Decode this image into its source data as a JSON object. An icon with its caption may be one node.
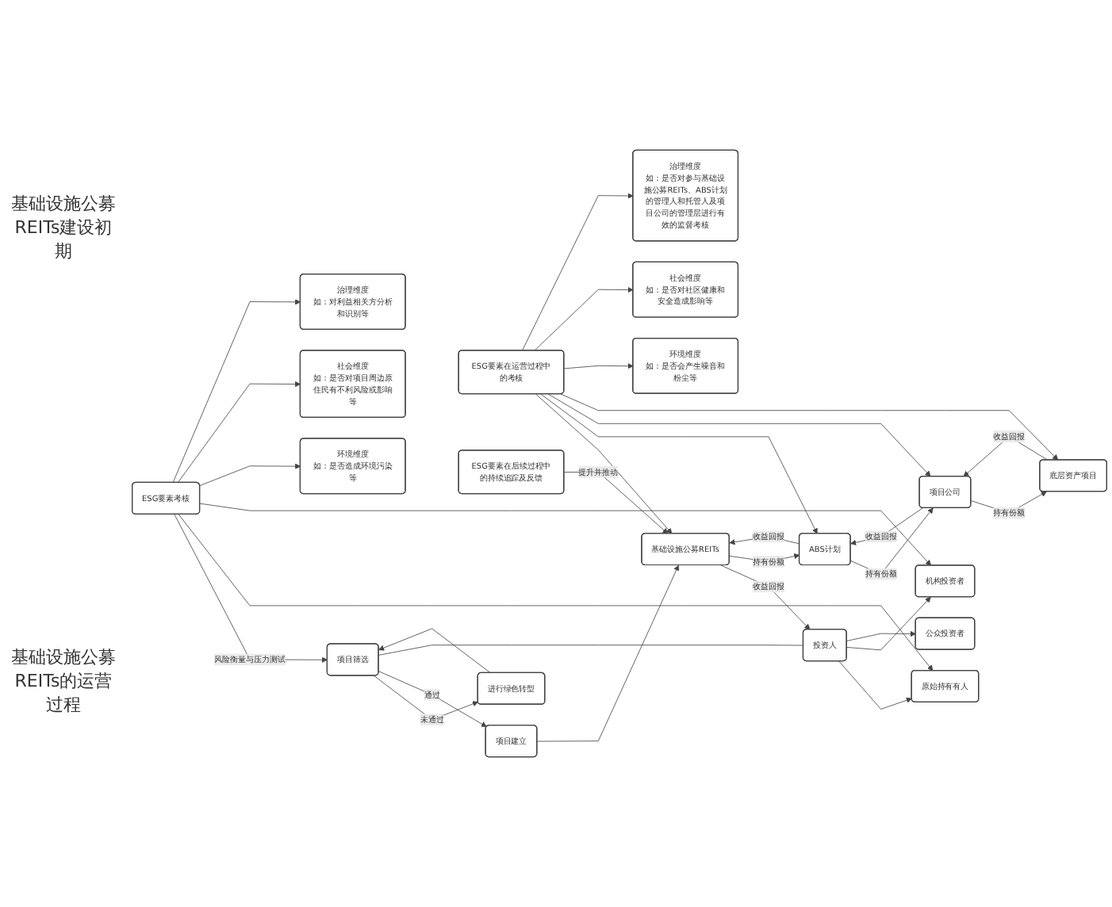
{
  "diagram": {
    "nodes": [
      {
        "text": [
          "项目筛选"
        ]
      },
      {
        "text": [
          "进行绿色转型"
        ]
      },
      {
        "text": [
          "项目建立"
        ]
      },
      {
        "text": [
          "投资人"
        ]
      },
      {
        "text": [
          "原始持有有人"
        ]
      },
      {
        "text": [
          "机构投资者"
        ]
      },
      {
        "text": [
          "公众投资者"
        ]
      },
      {
        "text": [
          "ESG要素考核"
        ]
      },
      {
        "text": [
          "环境维度",
          "如：是否造成环境污染等"
        ]
      },
      {
        "text": [
          "社会维度",
          "如：是否对项目周边原住民有不利风险或影响等"
        ]
      },
      {
        "text": [
          "治理维度",
          "如：对利益相关方分析和识别等"
        ]
      },
      {
        "text": [
          "基础设施公募REITs"
        ]
      },
      {
        "text": [
          "ABS计划"
        ]
      },
      {
        "text": [
          "项目公司"
        ]
      },
      {
        "text": [
          "底层资产项目"
        ]
      },
      {
        "text": [
          "ESG要素在运营过程中的考核"
        ]
      },
      {
        "text": [
          "环境维度",
          "如：是否会产生噪音和粉尘等"
        ]
      },
      {
        "text": [
          "社会维度",
          "如：是否对社区健康和安全造成影响等"
        ]
      },
      {
        "text": [
          "治理维度",
          "如：是否对参与基础设施公募REITs、ABS计划的管理人和托管人及项目公司的管理层进行有效的监督考核"
        ]
      },
      {
        "text": [
          "ESG要素在后续过程中的持续追踪及反馈"
        ]
      }
    ],
    "edges": [
      {
        "from": 7,
        "to": 0,
        "arrow": "to",
        "label": "风险衡量与压力测试"
      },
      {
        "from": 1,
        "to": 0,
        "arrow": "to"
      },
      {
        "from": 0,
        "to": 1,
        "arrow": "to",
        "label": "未通过"
      },
      {
        "from": 0,
        "to": 2,
        "arrow": "to",
        "label": "通过"
      },
      {
        "from": 0,
        "to": 3,
        "arrow": "none"
      },
      {
        "from": 3,
        "to": 4,
        "arrow": "to"
      },
      {
        "from": 3,
        "to": 5,
        "arrow": "to"
      },
      {
        "from": 3,
        "to": 6,
        "arrow": "to"
      },
      {
        "from": 7,
        "to": 4,
        "arrow": "to"
      },
      {
        "from": 7,
        "to": 5,
        "arrow": "to"
      },
      {
        "from": 7,
        "to": 8,
        "arrow": "to"
      },
      {
        "from": 7,
        "to": 9,
        "arrow": "to"
      },
      {
        "from": 7,
        "to": 10,
        "arrow": "to"
      },
      {
        "from": 2,
        "to": 11,
        "arrow": "to"
      },
      {
        "from": 11,
        "to": 3,
        "arrow": "to",
        "label": "收益回报"
      },
      {
        "from": 11,
        "to": 12,
        "arrow": "to",
        "label": "持有份额"
      },
      {
        "from": 12,
        "to": 11,
        "arrow": "to",
        "label": "收益回报"
      },
      {
        "from": 12,
        "to": 13,
        "arrow": "to",
        "label": "持有份额"
      },
      {
        "from": 13,
        "to": 12,
        "arrow": "to",
        "label": "收益回报"
      },
      {
        "from": 13,
        "to": 14,
        "arrow": "to",
        "label": "持有份额"
      },
      {
        "from": 14,
        "to": 13,
        "arrow": "to",
        "label": "收益回报"
      },
      {
        "from": 15,
        "to": 11,
        "arrow": "to"
      },
      {
        "from": 15,
        "to": 12,
        "arrow": "to"
      },
      {
        "from": 15,
        "to": 13,
        "arrow": "to"
      },
      {
        "from": 15,
        "to": 14,
        "arrow": "to"
      },
      {
        "from": 15,
        "to": 16,
        "arrow": "to"
      },
      {
        "from": 15,
        "to": 17,
        "arrow": "to"
      },
      {
        "from": 15,
        "to": 18,
        "arrow": "to"
      },
      {
        "from": 19,
        "to": 11,
        "arrow": "to",
        "label": "提升并推动"
      }
    ],
    "labels": [
      "基础设施公募REITs建设初期",
      "基础设施公募REITs的运营过程"
    ]
  }
}
